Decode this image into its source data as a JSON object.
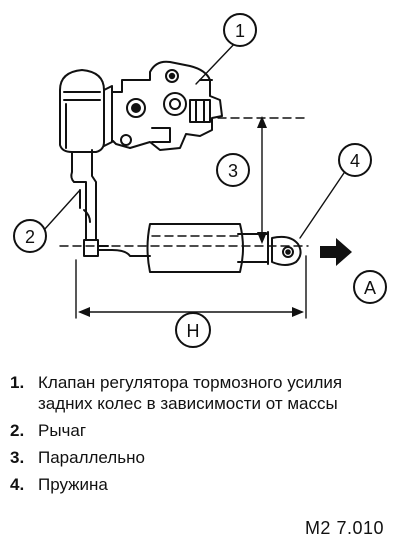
{
  "callouts": {
    "c1": "1",
    "c2": "2",
    "c3": "3",
    "c4": "4",
    "h": "H",
    "a": "A"
  },
  "legend": [
    {
      "num": "1.",
      "text": "Клапан регулятора тормозного усилия задних колес в зависимости от массы"
    },
    {
      "num": "2.",
      "text": "Рычаг"
    },
    {
      "num": "3.",
      "text": "Параллельно"
    },
    {
      "num": "4.",
      "text": "Пружина"
    }
  ],
  "figure_code": "M2 7.010"
}
